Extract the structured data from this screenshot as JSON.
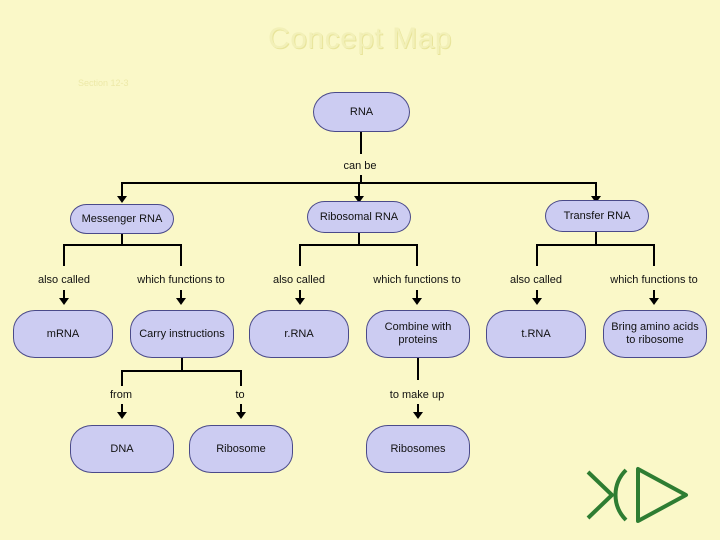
{
  "page": {
    "title": "Concept Map",
    "section": "Section 12-3",
    "background_color": "#FAF8C8",
    "node_fill": "#CCCCF2",
    "node_border": "#4A4A8A",
    "title_color": "#F2F0B8"
  },
  "diagram": {
    "type": "concept-map",
    "root": {
      "label": "RNA"
    },
    "root_connector_label": "can be",
    "branches": [
      {
        "node": "Messenger RNA",
        "link_left": "also called",
        "link_right": "which functions to",
        "left_child": "mRNA",
        "right_child": "Carry instructions",
        "sub_links": [
          "from",
          "to"
        ],
        "sub_children": [
          "DNA",
          "Ribosome"
        ]
      },
      {
        "node": "Ribosomal RNA",
        "link_left": "also called",
        "link_right": "which functions to",
        "left_child": "r.RNA",
        "right_child": "Combine with proteins",
        "sub_links": [
          "to make up"
        ],
        "sub_children": [
          "Ribosomes"
        ]
      },
      {
        "node": "Transfer RNA",
        "link_left": "also called",
        "link_right": "which functions to",
        "left_child": "t.RNA",
        "right_child": "Bring amino acids to ribosome",
        "sub_links": [],
        "sub_children": []
      }
    ]
  },
  "logo": {
    "name": "arrow-chevron-logo",
    "color": "#2E7D32"
  }
}
